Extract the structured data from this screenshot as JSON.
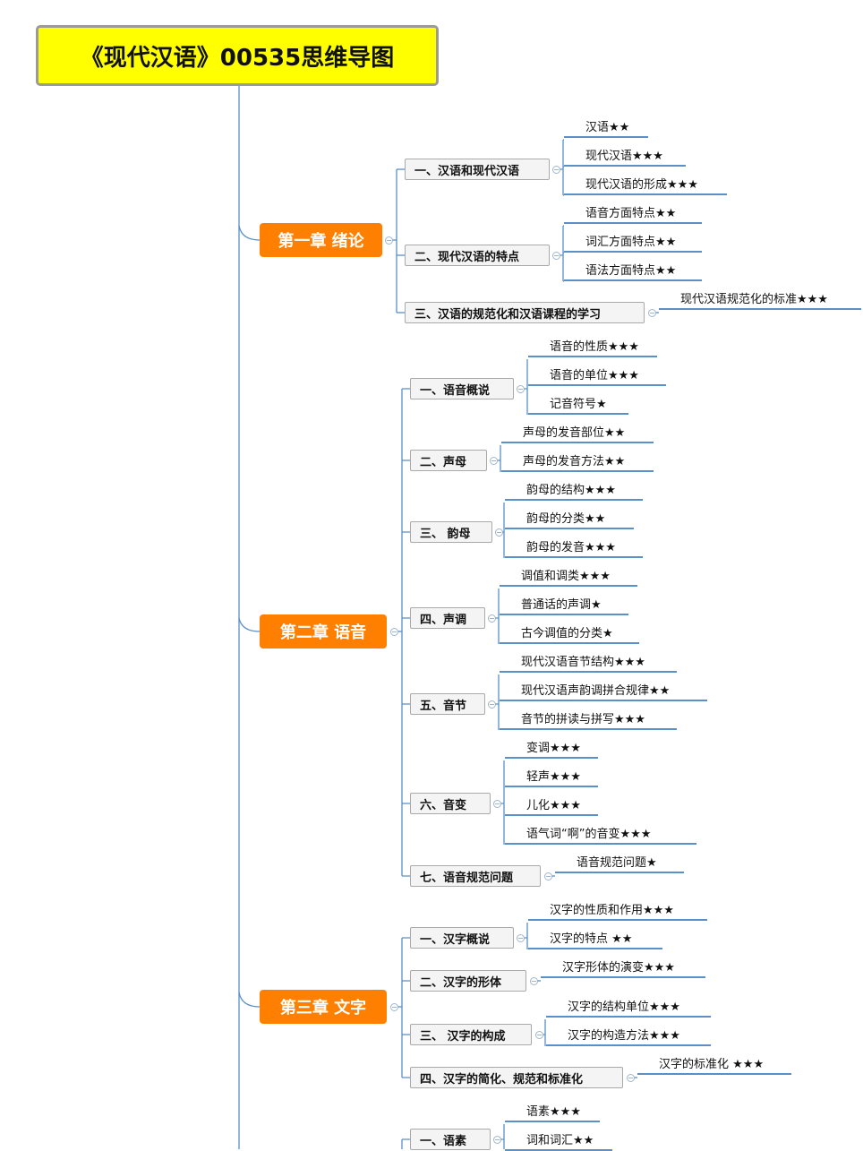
{
  "title": "《现代汉语》00535思维导图",
  "colors": {
    "title_bg": "#ffff00",
    "chapter_bg": "#ff7f00",
    "line": "#5b8fc7"
  },
  "chapters": [
    {
      "label": "第一章 绪论",
      "sections": [
        {
          "label": "一、汉语和现代汉语",
          "items": [
            "汉语★★",
            "现代汉语★★★",
            "现代汉语的形成★★★"
          ]
        },
        {
          "label": "二、现代汉语的特点",
          "items": [
            "语音方面特点★★",
            "词汇方面特点★★",
            "语法方面特点★★"
          ]
        },
        {
          "label": "三、汉语的规范化和汉语课程的学习",
          "items": [
            "现代汉语规范化的标准★★★"
          ]
        }
      ]
    },
    {
      "label": "第二章 语音",
      "sections": [
        {
          "label": "一、语音概说",
          "items": [
            "语音的性质★★★",
            "语音的单位★★★",
            "记音符号★"
          ]
        },
        {
          "label": "二、声母",
          "items": [
            "声母的发音部位★★",
            "声母的发音方法★★"
          ]
        },
        {
          "label": "三、 韵母",
          "items": [
            "韵母的结构★★★",
            "韵母的分类★★",
            "韵母的发音★★★"
          ]
        },
        {
          "label": "四、声调",
          "items": [
            "调值和调类★★★",
            "普通话的声调★",
            "古今调值的分类★"
          ]
        },
        {
          "label": "五、音节",
          "items": [
            "现代汉语音节结构★★★",
            "现代汉语声韵调拼合规律★★",
            "音节的拼读与拼写★★★"
          ]
        },
        {
          "label": "六、音变",
          "items": [
            "变调★★★",
            "轻声★★★",
            "儿化★★★",
            "语气词“啊”的音变★★★"
          ]
        },
        {
          "label": "七、语音规范问题",
          "items": [
            "语音规范问题★"
          ]
        }
      ]
    },
    {
      "label": "第三章 文字",
      "sections": [
        {
          "label": "一、汉字概说",
          "items": [
            "汉字的性质和作用★★★",
            "汉字的特点 ★★"
          ]
        },
        {
          "label": "二、汉字的形体",
          "items": [
            "汉字形体的演变★★★"
          ]
        },
        {
          "label": "三、 汉字的构成",
          "items": [
            "汉字的结构单位★★★",
            "汉字的构造方法★★★"
          ]
        },
        {
          "label": "四、汉字的简化、规范和标准化",
          "items": [
            "汉字的标准化 ★★★"
          ]
        }
      ]
    },
    {
      "label": "",
      "sections": [
        {
          "label": "一、语素",
          "items": [
            "语素★★★",
            "词和词汇★★"
          ]
        }
      ]
    }
  ]
}
